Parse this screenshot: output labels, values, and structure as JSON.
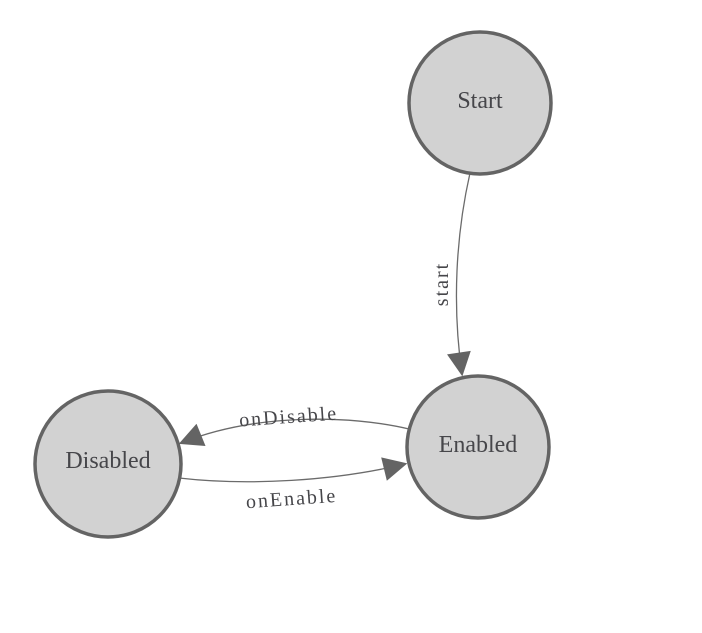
{
  "diagram": {
    "type": "state-machine",
    "background": "#ffffff",
    "colors": {
      "node_fill": "#d2d2d2",
      "node_stroke": "#646464",
      "edge": "#6b6b6b",
      "text": "#46464a"
    },
    "nodes": [
      {
        "id": "start",
        "label": "Start"
      },
      {
        "id": "enabled",
        "label": "Enabled"
      },
      {
        "id": "disabled",
        "label": "Disabled"
      }
    ],
    "edges": [
      {
        "from": "Start",
        "to": "Enabled",
        "label": "start"
      },
      {
        "from": "Enabled",
        "to": "Disabled",
        "label": "onDisable"
      },
      {
        "from": "Disabled",
        "to": "Enabled",
        "label": "onEnable"
      }
    ]
  }
}
